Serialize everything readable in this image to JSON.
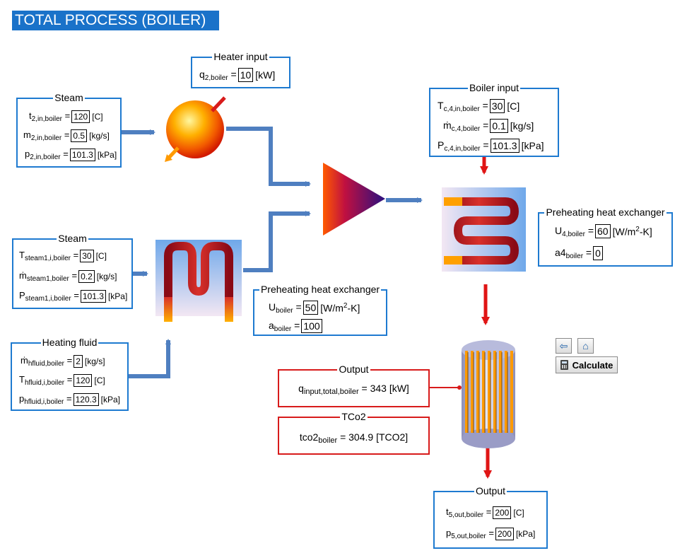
{
  "title": "TOTAL PROCESS (BOILER)",
  "colors": {
    "pipe": "#4f7fc0",
    "pipe_red": "#e01515",
    "border_blue": "#1e7ad0",
    "border_red": "#d81b1b",
    "title_bg": "#1a72c9"
  },
  "heater_input": {
    "legend": "Heater input",
    "q_sym": "q",
    "q_sub": "2,boiler",
    "q_value": "10",
    "q_unit": "[kW]"
  },
  "steam_top": {
    "legend": "Steam",
    "t_sym": "t",
    "t_sub": "2,in,boiler",
    "t_value": "120",
    "t_unit": "[C]",
    "m_sym": "m",
    "m_sub": "2,in,boiler",
    "m_value": "0.5",
    "m_unit": "[kg/s]",
    "p_sym": "p",
    "p_sub": "2,in,boiler",
    "p_value": "101.3",
    "p_unit": "[kPa]"
  },
  "steam_mid": {
    "legend": "Steam",
    "t_sym": "T",
    "t_sub": "steam1,i,boiler",
    "t_value": "30",
    "t_unit": "[C]",
    "m_sym": "ṁ",
    "m_sub": "steam1,boiler",
    "m_value": "0.2",
    "m_unit": "[kg/s]",
    "p_sym": "P",
    "p_sub": "steam1,i,boiler",
    "p_value": "101.3",
    "p_unit": "[kPa]"
  },
  "heating_fluid": {
    "legend": "Heating fluid",
    "m_sym": "ṁ",
    "m_sub": "hfluid,boiler",
    "m_value": "2",
    "m_unit": "[kg/s]",
    "t_sym": "T",
    "t_sub": "hfluid,i,boiler",
    "t_value": "120",
    "t_unit": "[C]",
    "p_sym": "p",
    "p_sub": "hfluid,i,boiler",
    "p_value": "120.3",
    "p_unit": "[kPa]"
  },
  "phe_mid": {
    "legend": "Preheating heat exchanger",
    "u_sym": "U",
    "u_sub": "boiler",
    "u_value": "50",
    "u_unit": "[W/m",
    "u_unit_sup": "2",
    "u_unit_tail": "-K]",
    "a_sym": "a",
    "a_sub": "boiler",
    "a_value": "100"
  },
  "boiler_input": {
    "legend": "Boiler input",
    "t_sym": "T",
    "t_sub": "c,4,in,boiler",
    "t_value": "30",
    "t_unit": "[C]",
    "m_sym": "ṁ",
    "m_sub": "c,4,boiler",
    "m_value": "0.1",
    "m_unit": "[kg/s]",
    "p_sym": "P",
    "p_sub": "c,4,in,boiler",
    "p_value": "101.3",
    "p_unit": "[kPa]"
  },
  "phe_right": {
    "legend": "Preheating heat exchanger",
    "u_sym": "U",
    "u_sub": "4,boiler",
    "u_value": "60",
    "u_unit": "[W/m",
    "u_unit_sup": "2",
    "u_unit_tail": "-K]",
    "a_sym": "a4",
    "a_sub": "boiler",
    "a_value": "0"
  },
  "output_q": {
    "legend": "Output",
    "sym": "q",
    "sub": "input,total,boiler",
    "text": " = 343 [kW]"
  },
  "tco2": {
    "legend": "TCo2",
    "sym": "tco2",
    "sub": "boiler",
    "text": " = 304.9 [TCO2]"
  },
  "output_bottom": {
    "legend": "Output",
    "t_sym": "t",
    "t_sub": "5,out,boiler",
    "t_value": "200",
    "t_unit": "[C]",
    "p_sym": "p",
    "p_sub": "5,out,boiler",
    "p_value": "200",
    "p_unit": "[kPa]"
  },
  "buttons": {
    "back_icon": "arrow-left-icon",
    "home_icon": "home-icon",
    "calculate": "Calculate"
  }
}
